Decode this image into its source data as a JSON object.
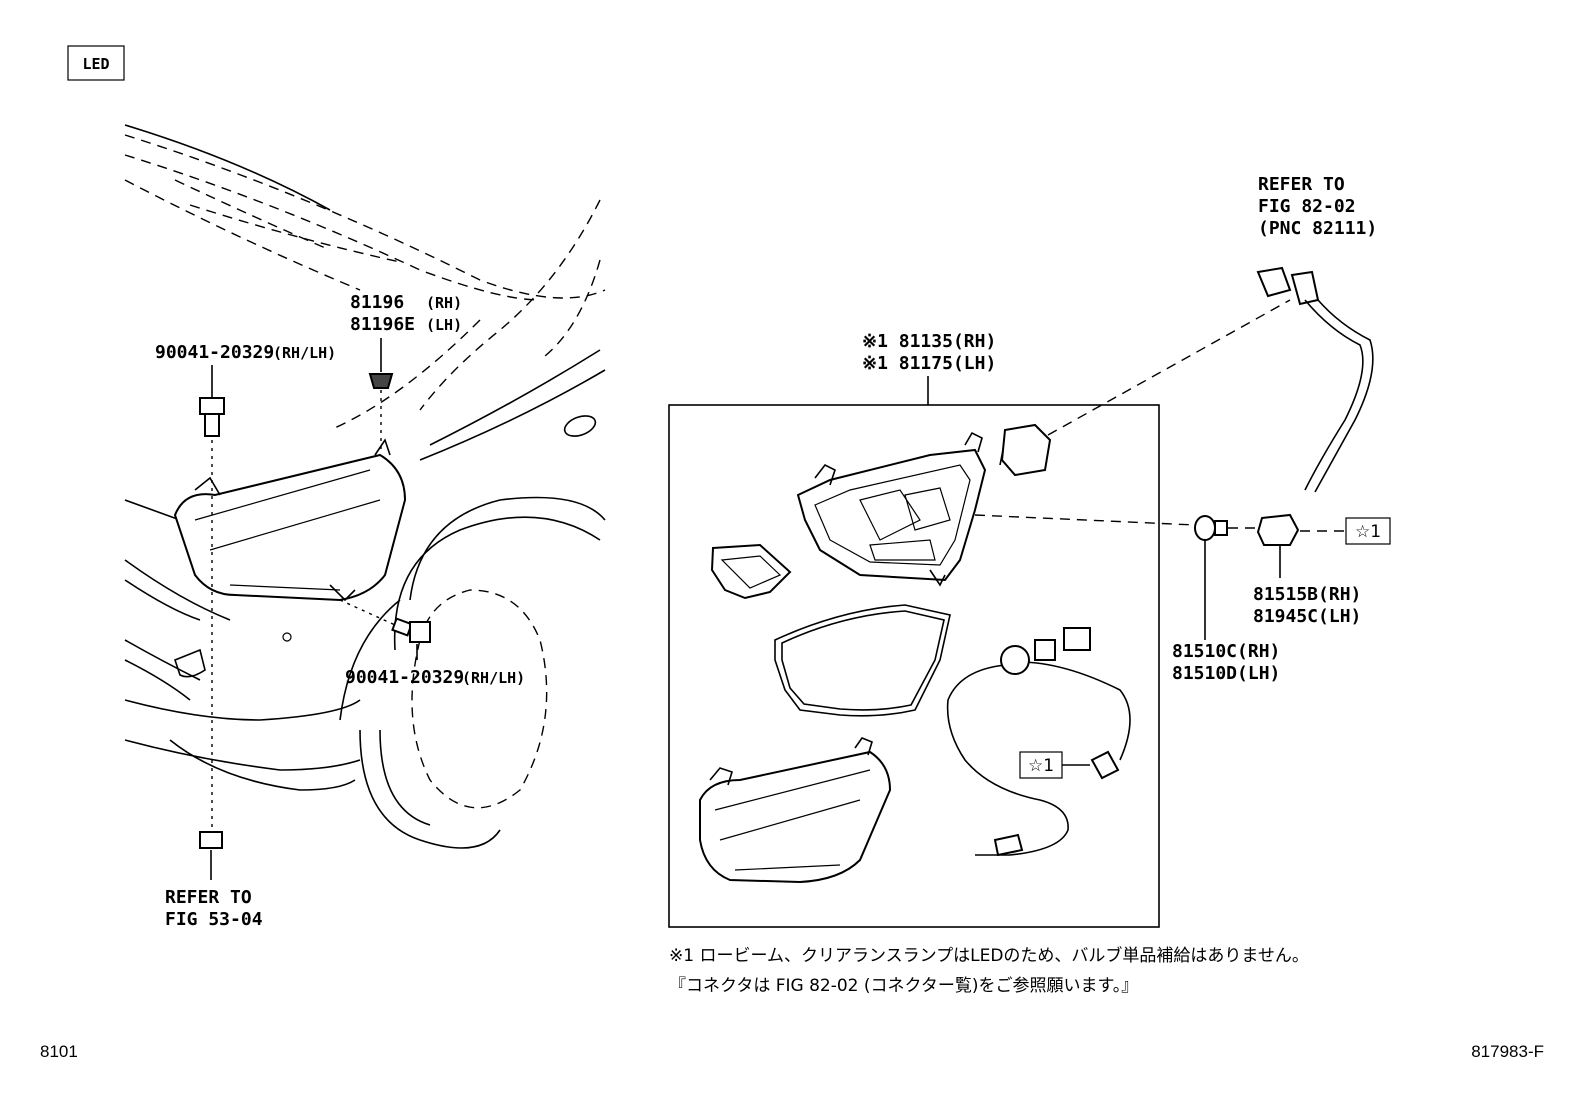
{
  "badge": "LED",
  "labels": {
    "refer_top": "REFER TO",
    "fig_top": "FIG 82-02",
    "pnc_top": "(PNC 82111)",
    "p81196_num": "81196",
    "p81196_side": "(RH)",
    "p81196e_num": "81196E",
    "p81196e_side": "(LH)",
    "p90041_top_num": "90041-20329",
    "p90041_top_side": "(RH/LH)",
    "p90041_mid_num": "90041-20329",
    "p90041_mid_side": "(RH/LH)",
    "p81135": "※1 81135(RH)",
    "p81175": "※1 81175(LH)",
    "p81515b": "81515B(RH)",
    "p81945c": "81945C(LH)",
    "p81510c": "81510C(RH)",
    "p81510d": "81510D(LH)",
    "star_ref": "☆1",
    "refer_bottom": "REFER TO",
    "fig_bottom": "FIG 53-04"
  },
  "notes": {
    "line1": "※1 ロービーム、クリアランスランプはLEDのため、バルブ単品補給はありません。",
    "line2": "『コネクタは FIG 82-02 (コネクター覧)をご参照願います。』"
  },
  "footer": {
    "left": "8101",
    "right": "817983-F"
  }
}
